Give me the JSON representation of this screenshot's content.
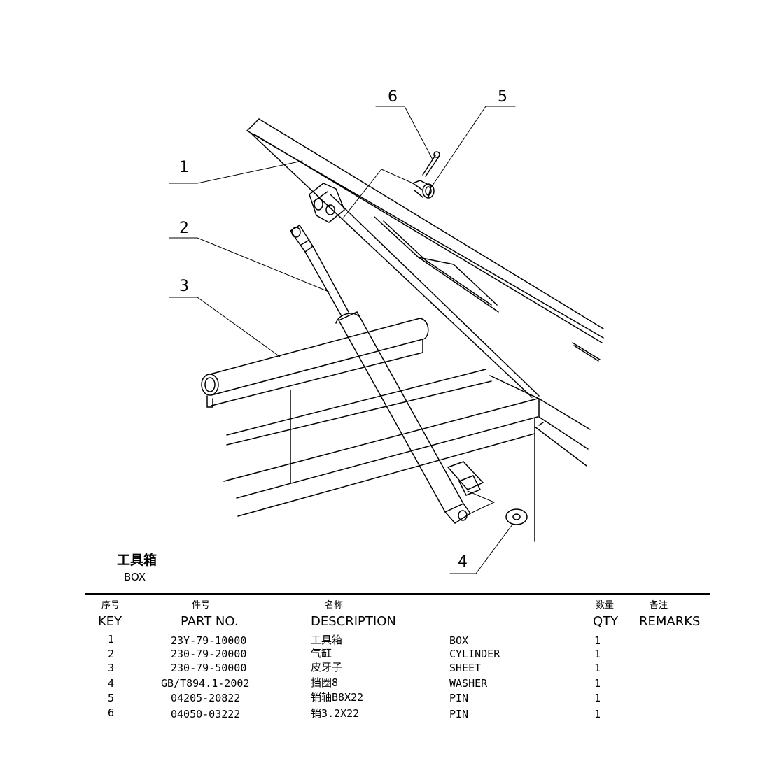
{
  "callouts": [
    "1",
    "2",
    "3",
    "4",
    "5",
    "6"
  ],
  "title_cn": "工具箱",
  "title_en": "BOX",
  "table": {
    "headers_cn": [
      "序号",
      "件号",
      "名称",
      "数量",
      "备注"
    ],
    "headers_en": [
      "KEY",
      "PART NO.",
      "DESCRIPTION",
      "QTY",
      "REMARKS"
    ],
    "rows": [
      {
        "key": "1",
        "part_no": "23Y-79-10000",
        "name_cn": "工具箱",
        "name_en": "BOX",
        "qty": "1",
        "remarks": ""
      },
      {
        "key": "2",
        "part_no": "230-79-20000",
        "name_cn": "气缸",
        "name_en": "CYLINDER",
        "qty": "1",
        "remarks": ""
      },
      {
        "key": "3",
        "part_no": "230-79-50000",
        "name_cn": "皮牙子",
        "name_en": "SHEET",
        "qty": "1",
        "remarks": ""
      },
      {
        "key": "4",
        "part_no": "GB/T894.1-2002",
        "name_cn": "挡圈8",
        "name_en": "WASHER",
        "qty": "1",
        "remarks": ""
      },
      {
        "key": "5",
        "part_no": "04205-20822",
        "name_cn": "销轴B8X22",
        "name_en": "PIN",
        "qty": "1",
        "remarks": ""
      },
      {
        "key": "6",
        "part_no": "04050-03222",
        "name_cn": "销3.2X22",
        "name_en": "PIN",
        "qty": "1",
        "remarks": ""
      }
    ]
  }
}
